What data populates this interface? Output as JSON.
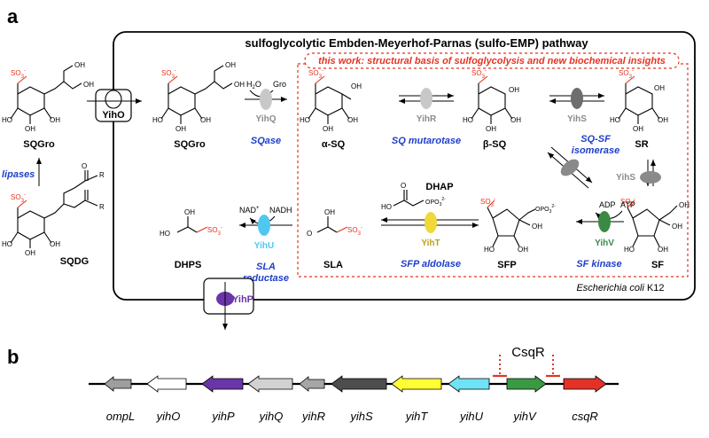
{
  "panel_a": {
    "letter": "a",
    "pathway_title": "sulfoglycolytic Embden-Meyerhof-Parnas (sulfo-EMP) pathway",
    "this_work": "this work: structural basis of sulfoglycolysis and new biochemical insights",
    "organism": "Escherichia coli",
    "strain": " K12",
    "lipases": "lipases",
    "transporter_in": "YihO",
    "transporter_out": "YihP",
    "sulfonate": "SO",
    "sulfonate_sub": "3",
    "sulfonate_sup": "-",
    "compounds": {
      "sqdg": "SQDG",
      "sqgro_out": "SQGro",
      "sqgro_in": "SQGro",
      "alpha_sq": "α-SQ",
      "beta_sq": "β-SQ",
      "sr": "SR",
      "sf": "SF",
      "sfp": "SFP",
      "dhap": "DHAP",
      "sla": "SLA",
      "dhps": "DHPS"
    },
    "enzymes": {
      "yihq": "YihQ",
      "yihr": "YihR",
      "yihs_top": "YihS",
      "yihs_right": "YihS",
      "yihv": "YihV",
      "yiht": "YihT",
      "yihu": "YihU"
    },
    "activities": {
      "sqase": "SQase",
      "sq_mutarotase": "SQ mutarotase",
      "sq_sf_isomerase_1": "SQ-SF",
      "sq_sf_isomerase_2": "isomerase",
      "sf_kinase": "SF kinase",
      "sfp_aldolase": "SFP aldolase",
      "sla_reductase_1": "SLA",
      "sla_reductase_2": "reductase"
    },
    "cofactors": {
      "h2o": "H",
      "h2o_sub": "2",
      "h2o_tail": "O",
      "gro": "Gro",
      "adp": "ADP",
      "atp": "ATP",
      "nad": "NAD",
      "nad_sup": "+",
      "nadh": "NADH"
    },
    "atoms": {
      "oh": "OH",
      "ho": "HO",
      "o": "O",
      "r": "R",
      "phosphate": "OPO",
      "phosphate_sub": "3",
      "phosphate_sup": "2-"
    }
  },
  "panel_b": {
    "letter": "b",
    "regulator": "CsqR",
    "genes": [
      {
        "name": "ompL",
        "color": "#9e9e9e"
      },
      {
        "name": "yihO",
        "color": "#ffffff"
      },
      {
        "name": "yihP",
        "color": "#6a35a8"
      },
      {
        "name": "yihQ",
        "color": "#d2d2d2"
      },
      {
        "name": "yihR",
        "color": "#a6a6a6"
      },
      {
        "name": "yihS",
        "color": "#4d4d4d"
      },
      {
        "name": "yihT",
        "color": "#ffff33"
      },
      {
        "name": "yihU",
        "color": "#6fe3f5"
      },
      {
        "name": "yihV",
        "color": "#3a9a44"
      },
      {
        "name": "csqR",
        "color": "#e33228"
      }
    ]
  },
  "colors": {
    "activity_blue": "#1f3fc8",
    "highlight_red": "#e8321e",
    "enzyme_gray": "#8a8a8a",
    "yihP_purple": "#6a35a8",
    "yihU_cyan": "#4fc8f0",
    "yihT_yellow": "#f0d83a",
    "yihV_green": "#3a8a44"
  }
}
